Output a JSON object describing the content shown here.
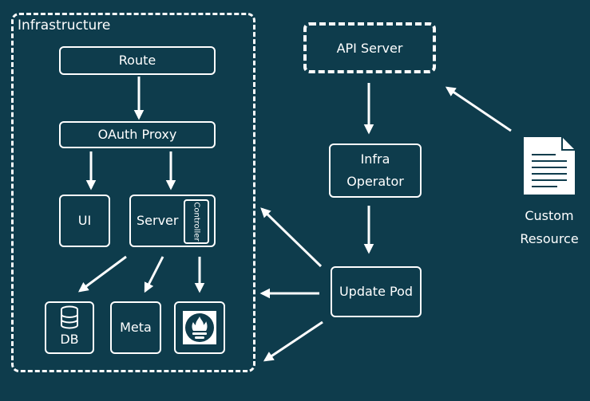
{
  "infrastructure": {
    "title": "Infrastructure",
    "route": "Route",
    "oauth_proxy": "OAuth Proxy",
    "ui": "UI",
    "server": "Server",
    "controller": "Controller",
    "db": "DB",
    "meta": "Meta",
    "prometheus_icon": "prometheus-icon"
  },
  "api_server": "API Server",
  "infra_operator": {
    "line1": "Infra",
    "line2": "Operator"
  },
  "update_pod": "Update Pod",
  "custom_resource": {
    "line1": "Custom",
    "line2": "Resource",
    "icon": "document-icon"
  },
  "colors": {
    "background": "#0e3c4c",
    "foreground": "#ffffff"
  }
}
